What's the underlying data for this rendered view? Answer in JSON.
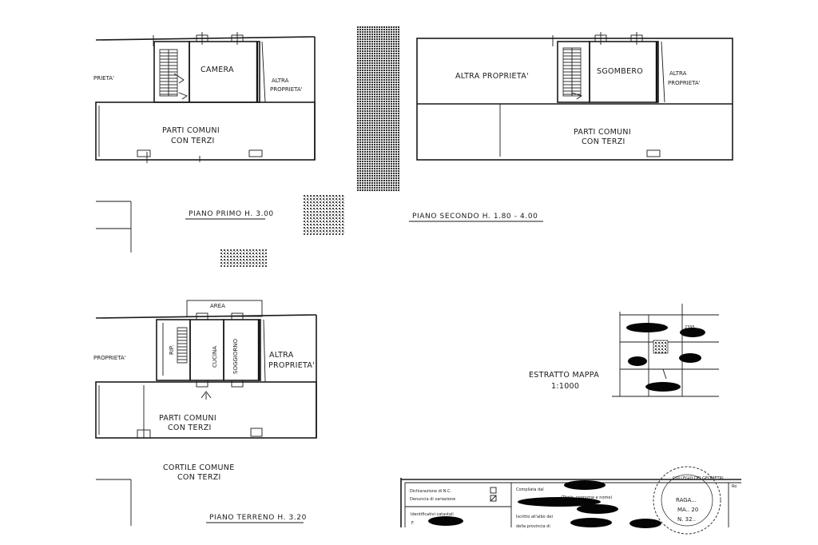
{
  "plan_primo": {
    "camera": "CAMERA",
    "altra_right_1": "ALTRA",
    "altra_right_2": "PROPRIETA'",
    "left_cut": "PRIETA'",
    "parti_1": "PARTI COMUNI",
    "parti_2": "CON TERZI",
    "title": "PIANO PRIMO H. 3.00"
  },
  "plan_secondo": {
    "altra_left": "ALTRA PROPRIETA'",
    "sgombero": "SGOMBERO",
    "altra_right_1": "ALTRA",
    "altra_right_2": "PROPRIETA'",
    "parti_1": "PARTI COMUNI",
    "parti_2": "CON TERZI",
    "title": "PIANO SECONDO H. 1.80 - 4.00"
  },
  "plan_terreno": {
    "area": "AREA",
    "left_cut": "PROPRIETA'",
    "rip": "RIP.",
    "cucina": "CUCINA",
    "soggiorno": "SOGGIORNO",
    "altra_right_1": "ALTRA",
    "altra_right_2": "PROPRIETA'",
    "parti_1": "PARTI COMUNI",
    "parti_2": "CON TERZI",
    "cortile_1": "CORTILE COMUNE",
    "cortile_2": "CON TERZI",
    "title": "PIANO TERRENO H. 3.20"
  },
  "estratto": {
    "line1": "ESTRATTO MAPPA",
    "line2": "1:1000",
    "num": "2395"
  },
  "cartouche": {
    "dichiarazione": "Dichiarazione di N.C.",
    "denuncia": "Denuncia di variazione",
    "compilata": "Compilata dal",
    "titolo": "(Titolo, cognome e nome)",
    "iscritto": "Iscritto all'albo dei",
    "provincia": "della provincia di",
    "identificativi": "Identificativi catastali",
    "f_label": "F.",
    "stamp_1": "RAGA...",
    "stamp_2": "MA.. 20",
    "stamp_3": "N. 32..",
    "stamp_ring": "COLLEGIO DEI GEOMETRI",
    "side_code": "Ro"
  }
}
